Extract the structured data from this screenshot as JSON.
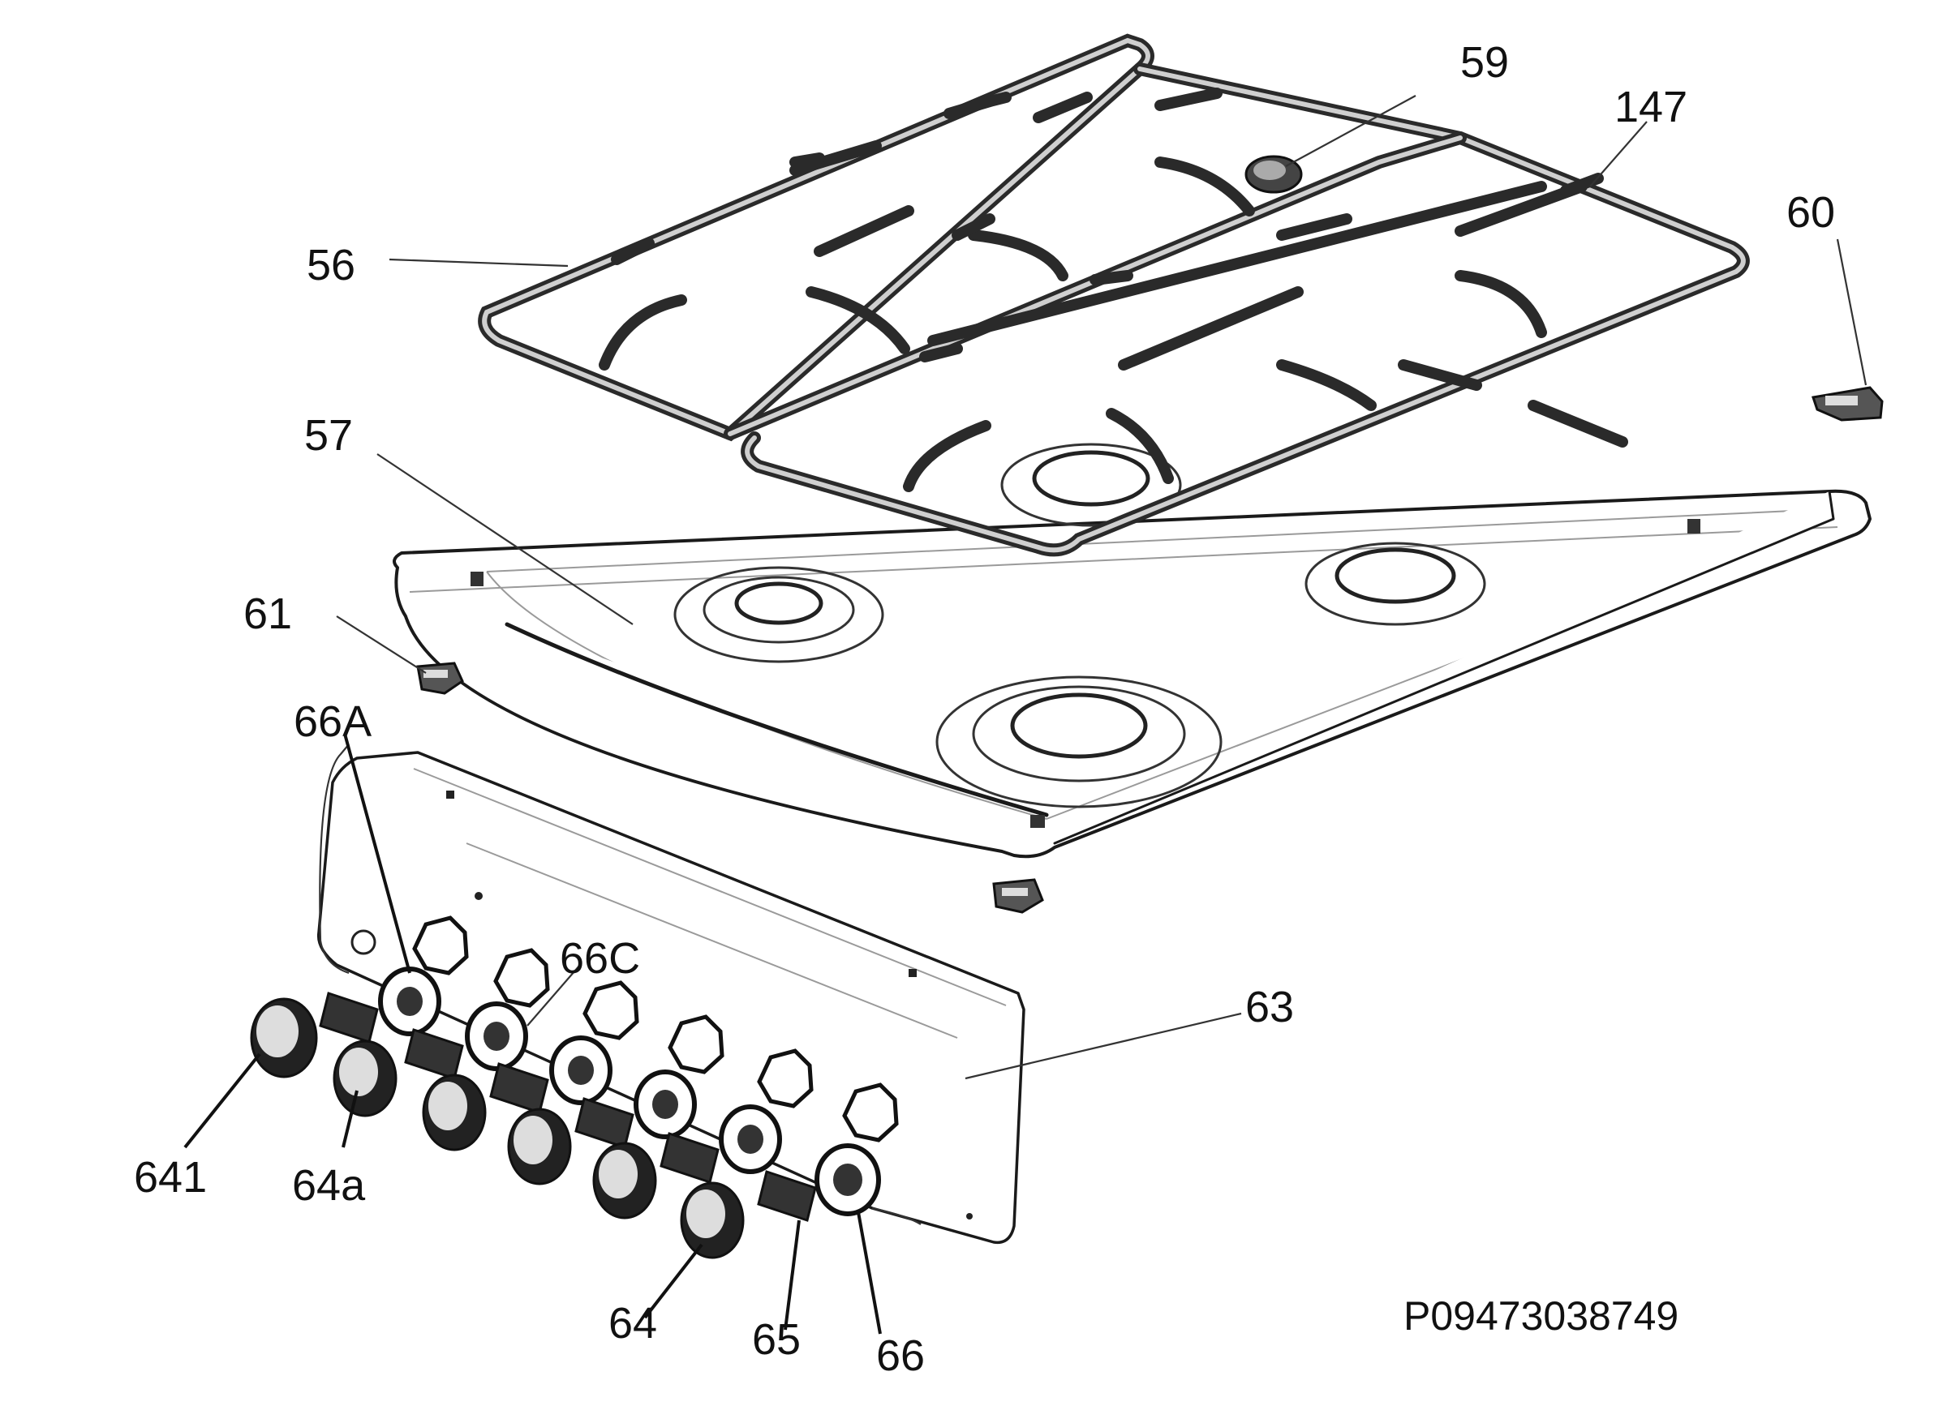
{
  "diagram": {
    "parts": {
      "p56": "56",
      "p57": "57",
      "p59": "59",
      "p147": "147",
      "p60": "60",
      "p61": "61",
      "p66A": "66A",
      "p66C": "66C",
      "p63": "63",
      "p641": "641",
      "p64a": "64a",
      "p64": "64",
      "p65": "65",
      "p66": "66"
    },
    "drawing_code": "P09473038749"
  }
}
